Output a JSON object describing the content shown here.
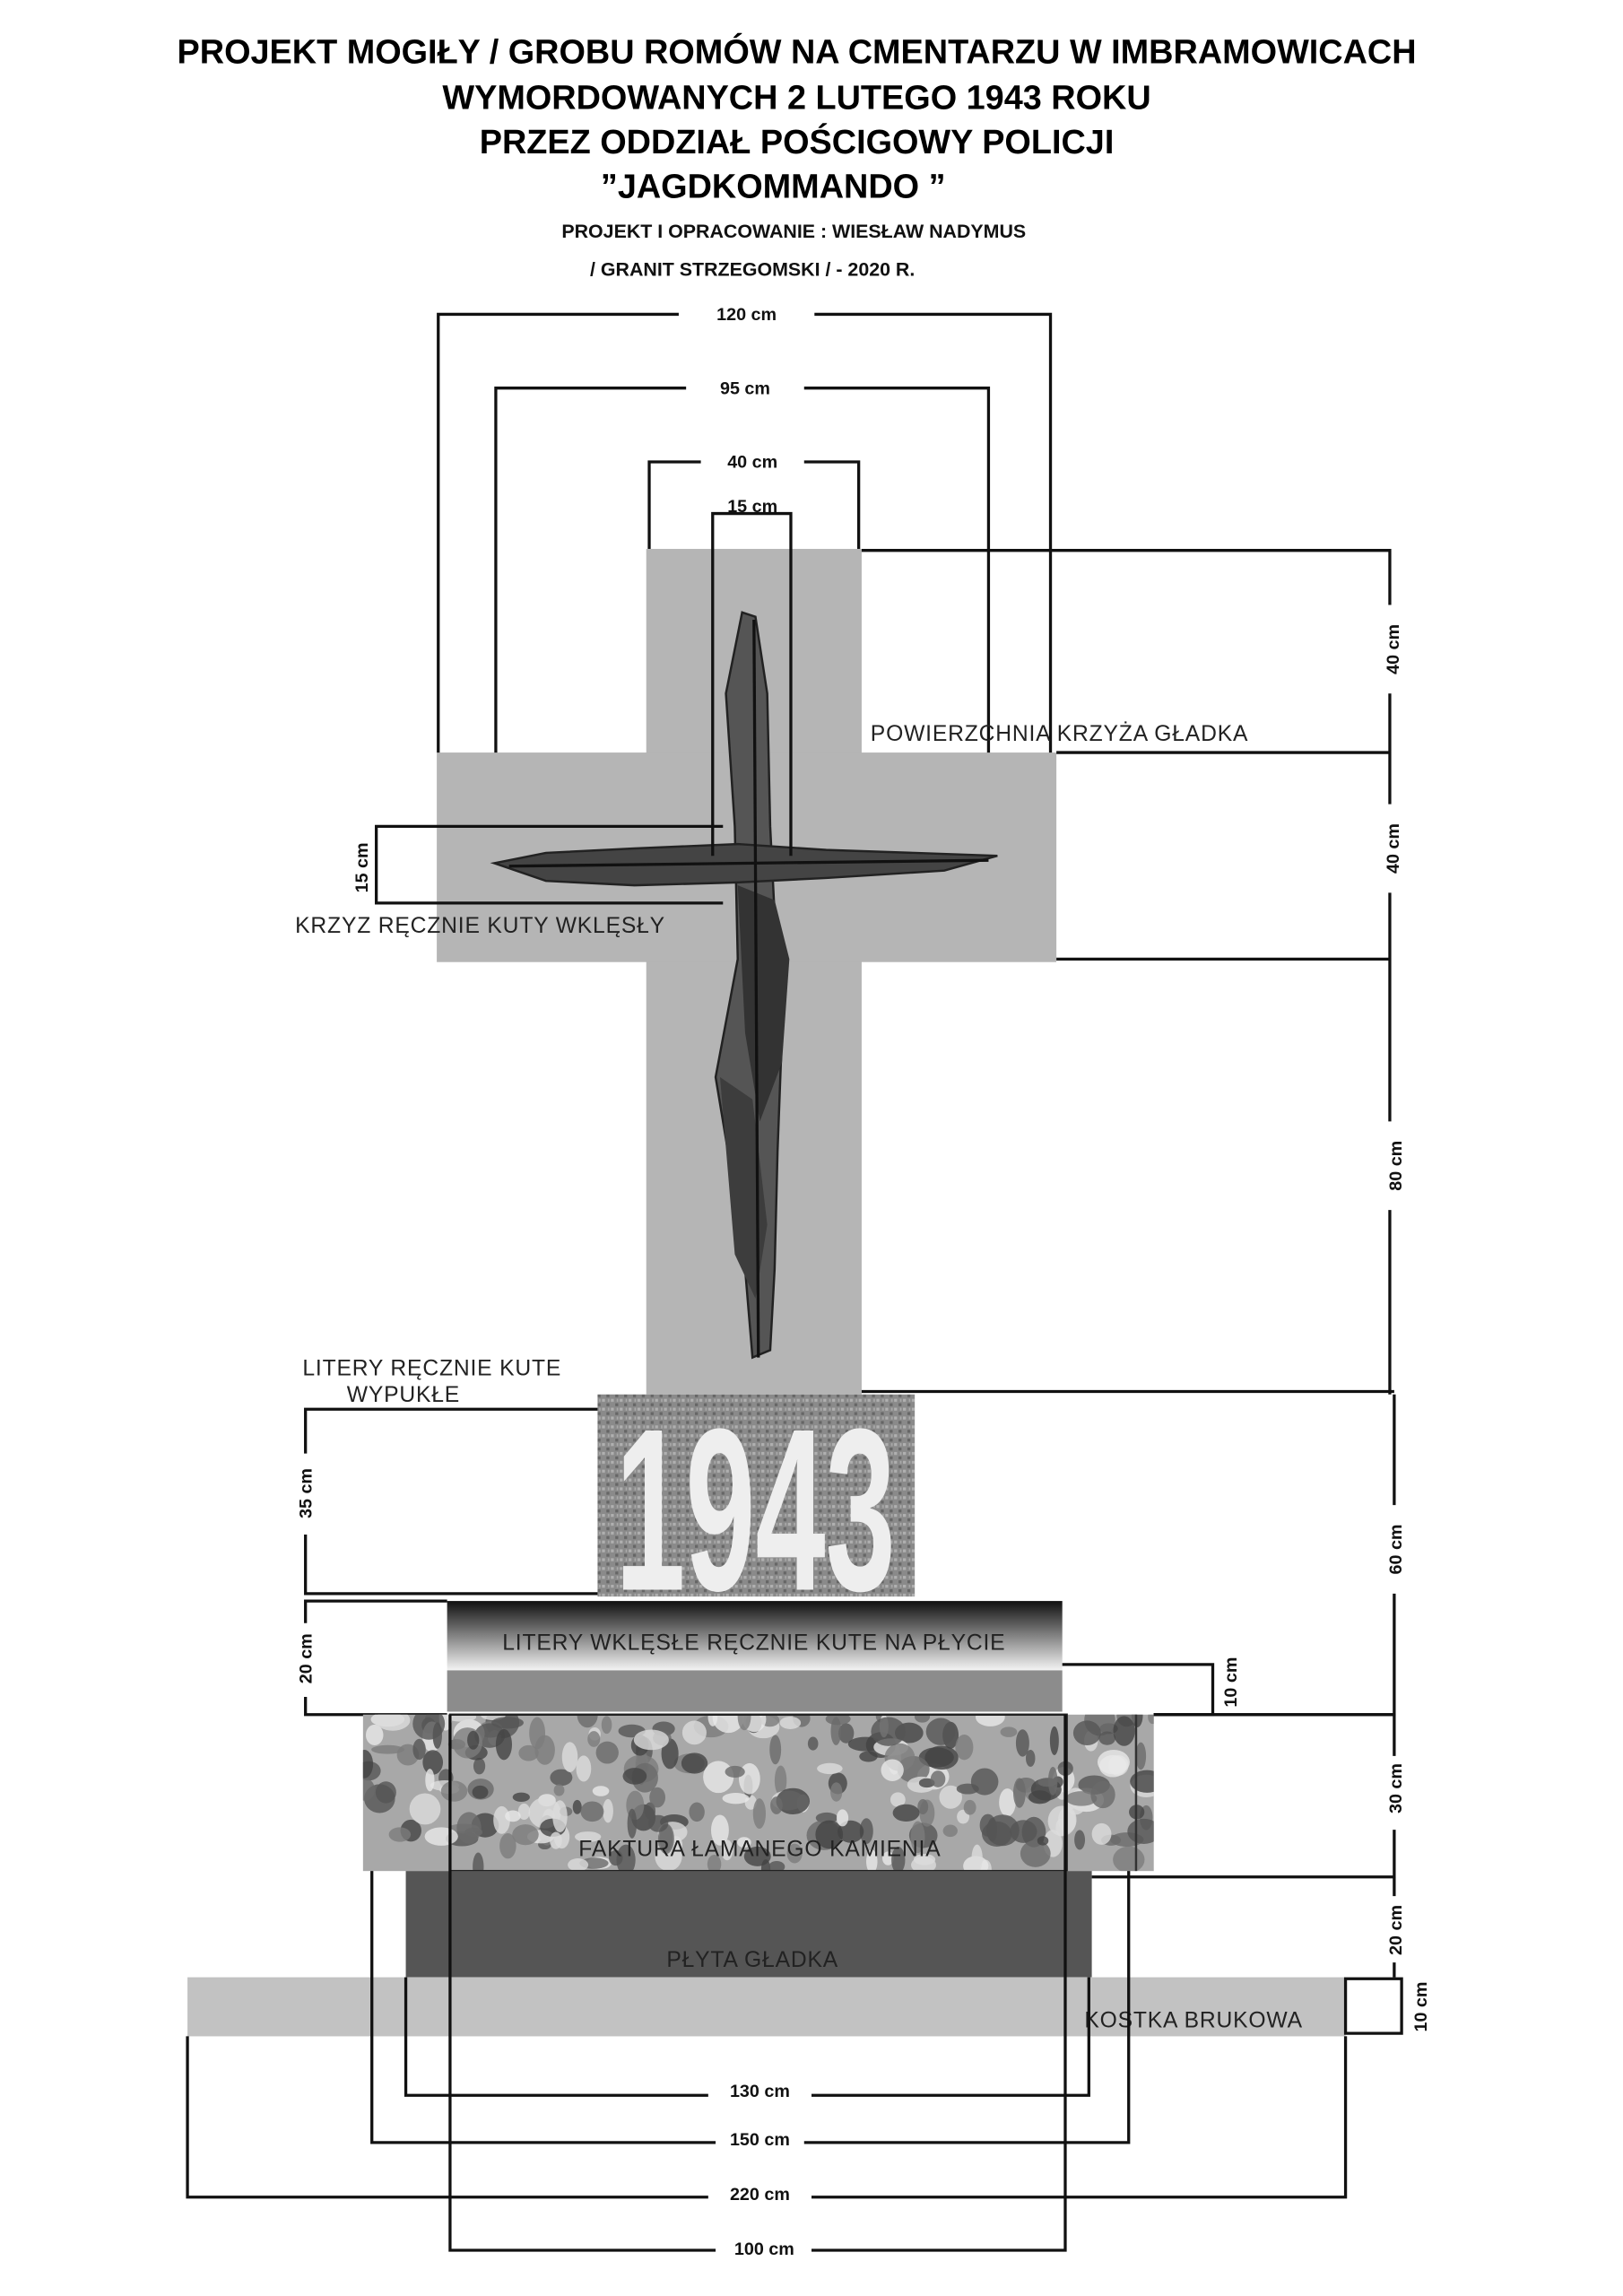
{
  "title": {
    "line1": "PROJEKT MOGIŁY / GROBU ROMÓW NA CMENTARZU W IMBRAMOWICACH",
    "line2": "WYMORDOWANYCH 2 LUTEGO 1943 ROKU",
    "line3": "PRZEZ ODDZIAŁ POŚCIGOWY POLICJI",
    "line4": "”JAGDKOMMANDO ”"
  },
  "credits": {
    "line1": "PROJEKT I OPRACOWANIE : WIESŁAW NADYMUS",
    "line2": "/ GRANIT STRZEGOMSKI / - 2020 R."
  },
  "labels": {
    "cross_surface": "POWIERZCHNIA KRZYŻA GŁADKA",
    "forged_cross": "KRZYZ RĘCZNIE KUTY WKLĘSŁY",
    "raised_letters_1": "LITERY RĘCZNIE KUTE",
    "raised_letters_2": "WYPUKŁE",
    "year": "1943",
    "engraved_letters": "LITERY WKLĘSŁE RĘCZNIE KUTE NA PŁYCIE",
    "broken_stone": "FAKTURA ŁAMANEGO KAMIENIA",
    "smooth_slab": "PŁYTA GŁADKA",
    "paving": "KOSTKA BRUKOWA"
  },
  "dimensions": {
    "top_120": "120 cm",
    "top_95": "95 cm",
    "top_40": "40 cm",
    "top_15": "15 cm",
    "right_40a": "40 cm",
    "right_40b": "40 cm",
    "right_80": "80 cm",
    "right_60": "60 cm",
    "right_30": "30 cm",
    "right_20": "20 cm",
    "right_10_paving": "10 cm",
    "right_10_plate": "10 cm",
    "left_15": "15 cm",
    "left_35": "35 cm",
    "left_20": "20 cm",
    "bottom_130": "130 cm",
    "bottom_150": "150 cm",
    "bottom_220": "220 cm",
    "bottom_100": "100 cm"
  },
  "colors": {
    "cross": "#b5b5b5",
    "year_block": "#8a8a8a",
    "slab": "#555555",
    "paving": "#c2c2c2",
    "band": "#8c8c8c"
  }
}
